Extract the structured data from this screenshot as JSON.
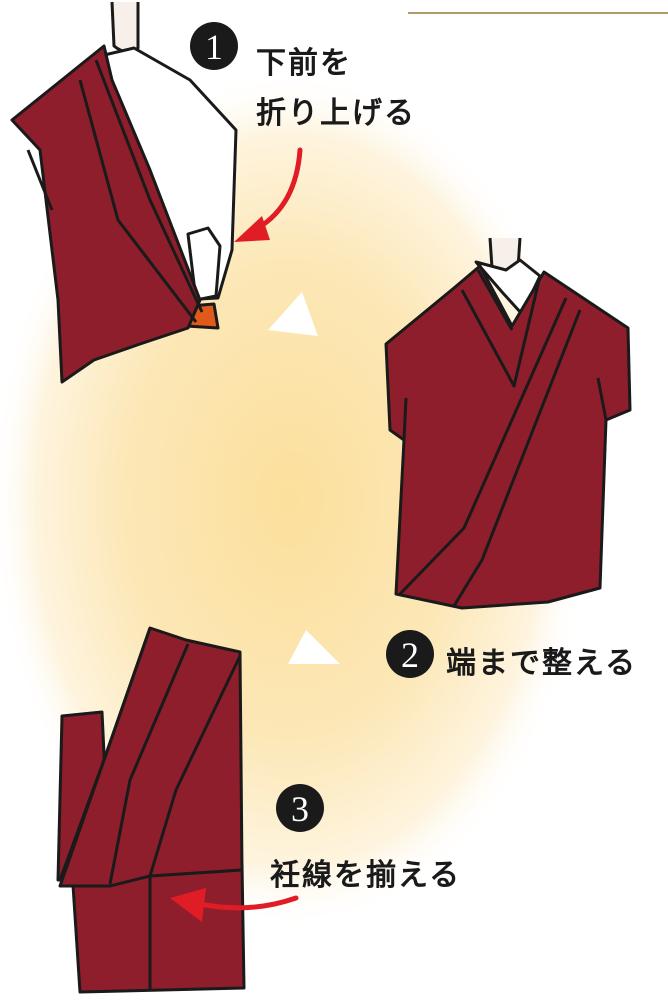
{
  "colors": {
    "fabric": "#8e1e2b",
    "lining": "#e05a1c",
    "arrow": "#e01c24",
    "glow": "#f8d68a",
    "outline": "#1a1a1a"
  },
  "steps": [
    {
      "number": "1",
      "line1": "下前を",
      "line2": "折り上げる"
    },
    {
      "number": "2",
      "line1": "端まで整える"
    },
    {
      "number": "3",
      "line1": "衽線を揃える"
    }
  ]
}
